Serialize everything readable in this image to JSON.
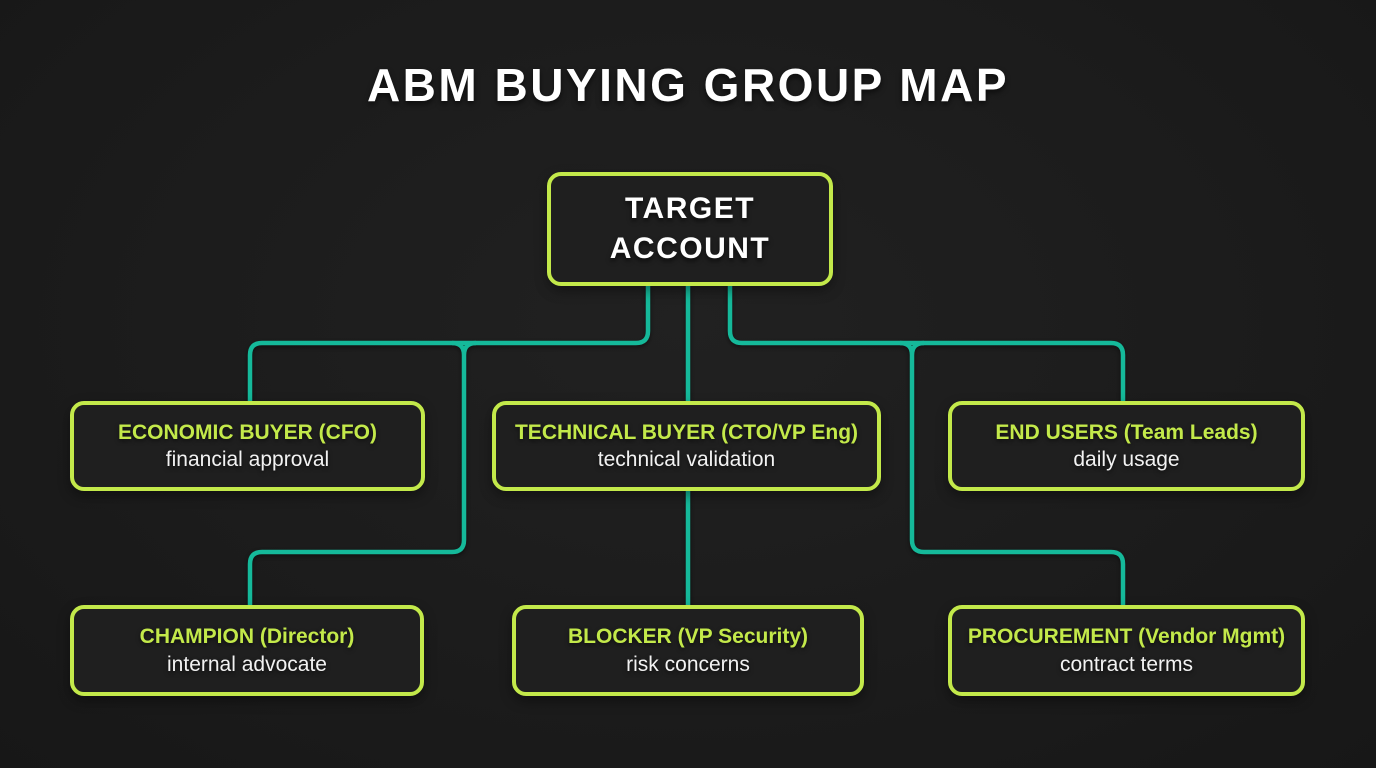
{
  "title": "ABM BUYING GROUP MAP",
  "colors": {
    "background": "#1b1b1b",
    "accent_yellow_green": "#c3e94a",
    "connector_teal": "#15b99a",
    "heading_white": "#ffffff",
    "body_text": "#f2f2f2"
  },
  "diagram": {
    "root": {
      "label": "TARGET ACCOUNT"
    },
    "nodes": [
      {
        "id": "economic-buyer",
        "role": "ECONOMIC BUYER (CFO)",
        "description": "financial approval"
      },
      {
        "id": "technical-buyer",
        "role": "TECHNICAL BUYER (CTO/VP Eng)",
        "description": "technical validation"
      },
      {
        "id": "end-users",
        "role": "END USERS (Team Leads)",
        "description": "daily usage"
      },
      {
        "id": "champion",
        "role": "CHAMPION (Director)",
        "description": "internal advocate"
      },
      {
        "id": "blocker",
        "role": "BLOCKER (VP Security)",
        "description": "risk concerns"
      },
      {
        "id": "procurement",
        "role": "PROCUREMENT (Vendor Mgmt)",
        "description": "contract terms"
      }
    ]
  }
}
